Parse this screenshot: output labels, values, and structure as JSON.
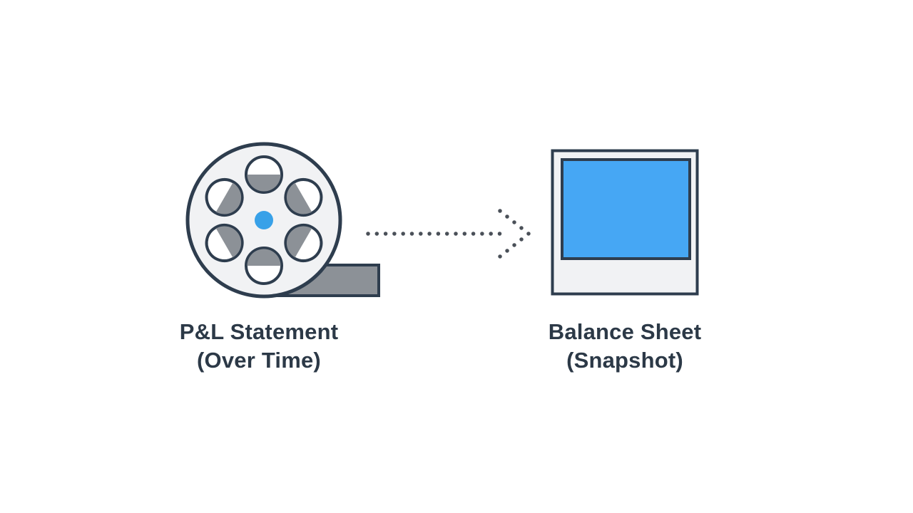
{
  "diagram": {
    "left": {
      "icon": "film-reel-icon",
      "label_line1": "P&L Statement",
      "label_line2": "(Over Time)"
    },
    "arrow": {
      "icon": "dotted-arrow-right-icon"
    },
    "right": {
      "icon": "polaroid-photo-icon",
      "label_line1": "Balance Sheet",
      "label_line2": "(Snapshot)"
    }
  },
  "colors": {
    "background": "#FFFFFF",
    "outline": "#2E3D4E",
    "icon_body": "#F1F2F4",
    "hole_white": "#FFFFFF",
    "shade_gray": "#8C9197",
    "hub_blue": "#38A1E8",
    "photo_blue": "#46A7F4",
    "arrow_dots": "#4A5058",
    "text": "#2C3947"
  }
}
